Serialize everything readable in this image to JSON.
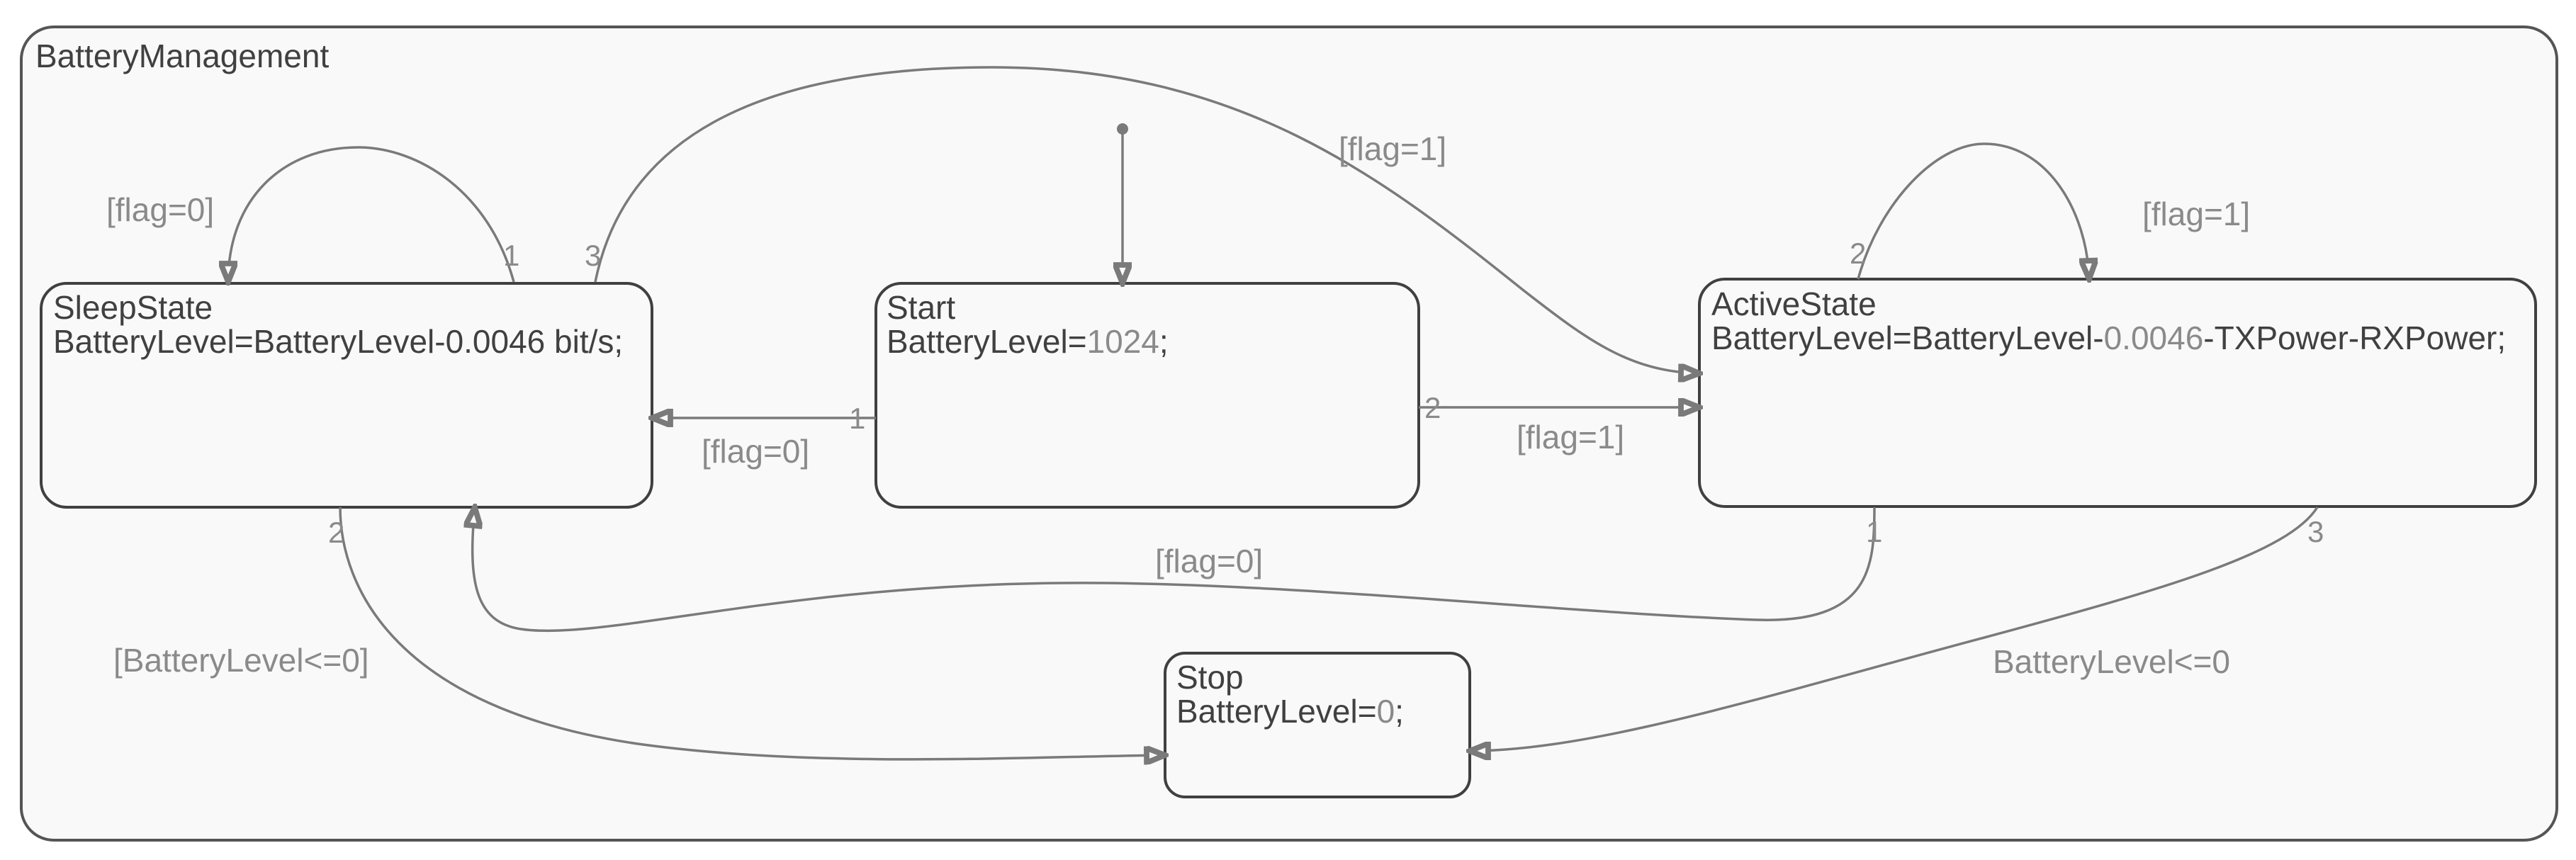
{
  "chart": {
    "title": "BatteryManagement"
  },
  "states": {
    "sleep": {
      "name": "SleepState",
      "action_prefix": "BatteryLevel=BatteryLevel-0.0046 bit/s;",
      "action_num": "",
      "action_suffix": ""
    },
    "start": {
      "name": "Start",
      "action_prefix": "BatteryLevel=",
      "action_num": "1024",
      "action_suffix": ";"
    },
    "active": {
      "name": "ActiveState",
      "action_prefix": "BatteryLevel=BatteryLevel-",
      "action_num": "0.0046",
      "action_suffix": "-TXPower-RXPower;"
    },
    "stop": {
      "name": "Stop",
      "action_prefix": "BatteryLevel=",
      "action_num": "0",
      "action_suffix": ";"
    }
  },
  "transitions": {
    "sleep_self": {
      "guard": "[flag=0]",
      "order": "1"
    },
    "sleep_to_active": {
      "guard": "[flag=1]",
      "order": "3"
    },
    "sleep_to_stop": {
      "guard": "[BatteryLevel<=0]",
      "order": "2"
    },
    "start_to_sleep": {
      "guard": "[flag=0]",
      "order": "1"
    },
    "start_to_active": {
      "guard": "[flag=1]",
      "order": "2"
    },
    "active_self": {
      "guard": "[flag=1]",
      "order": "2"
    },
    "active_to_sleep": {
      "guard": "[flag=0]",
      "order": "1"
    },
    "active_to_stop": {
      "guard": "BatteryLevel<=0",
      "order": "3"
    }
  }
}
